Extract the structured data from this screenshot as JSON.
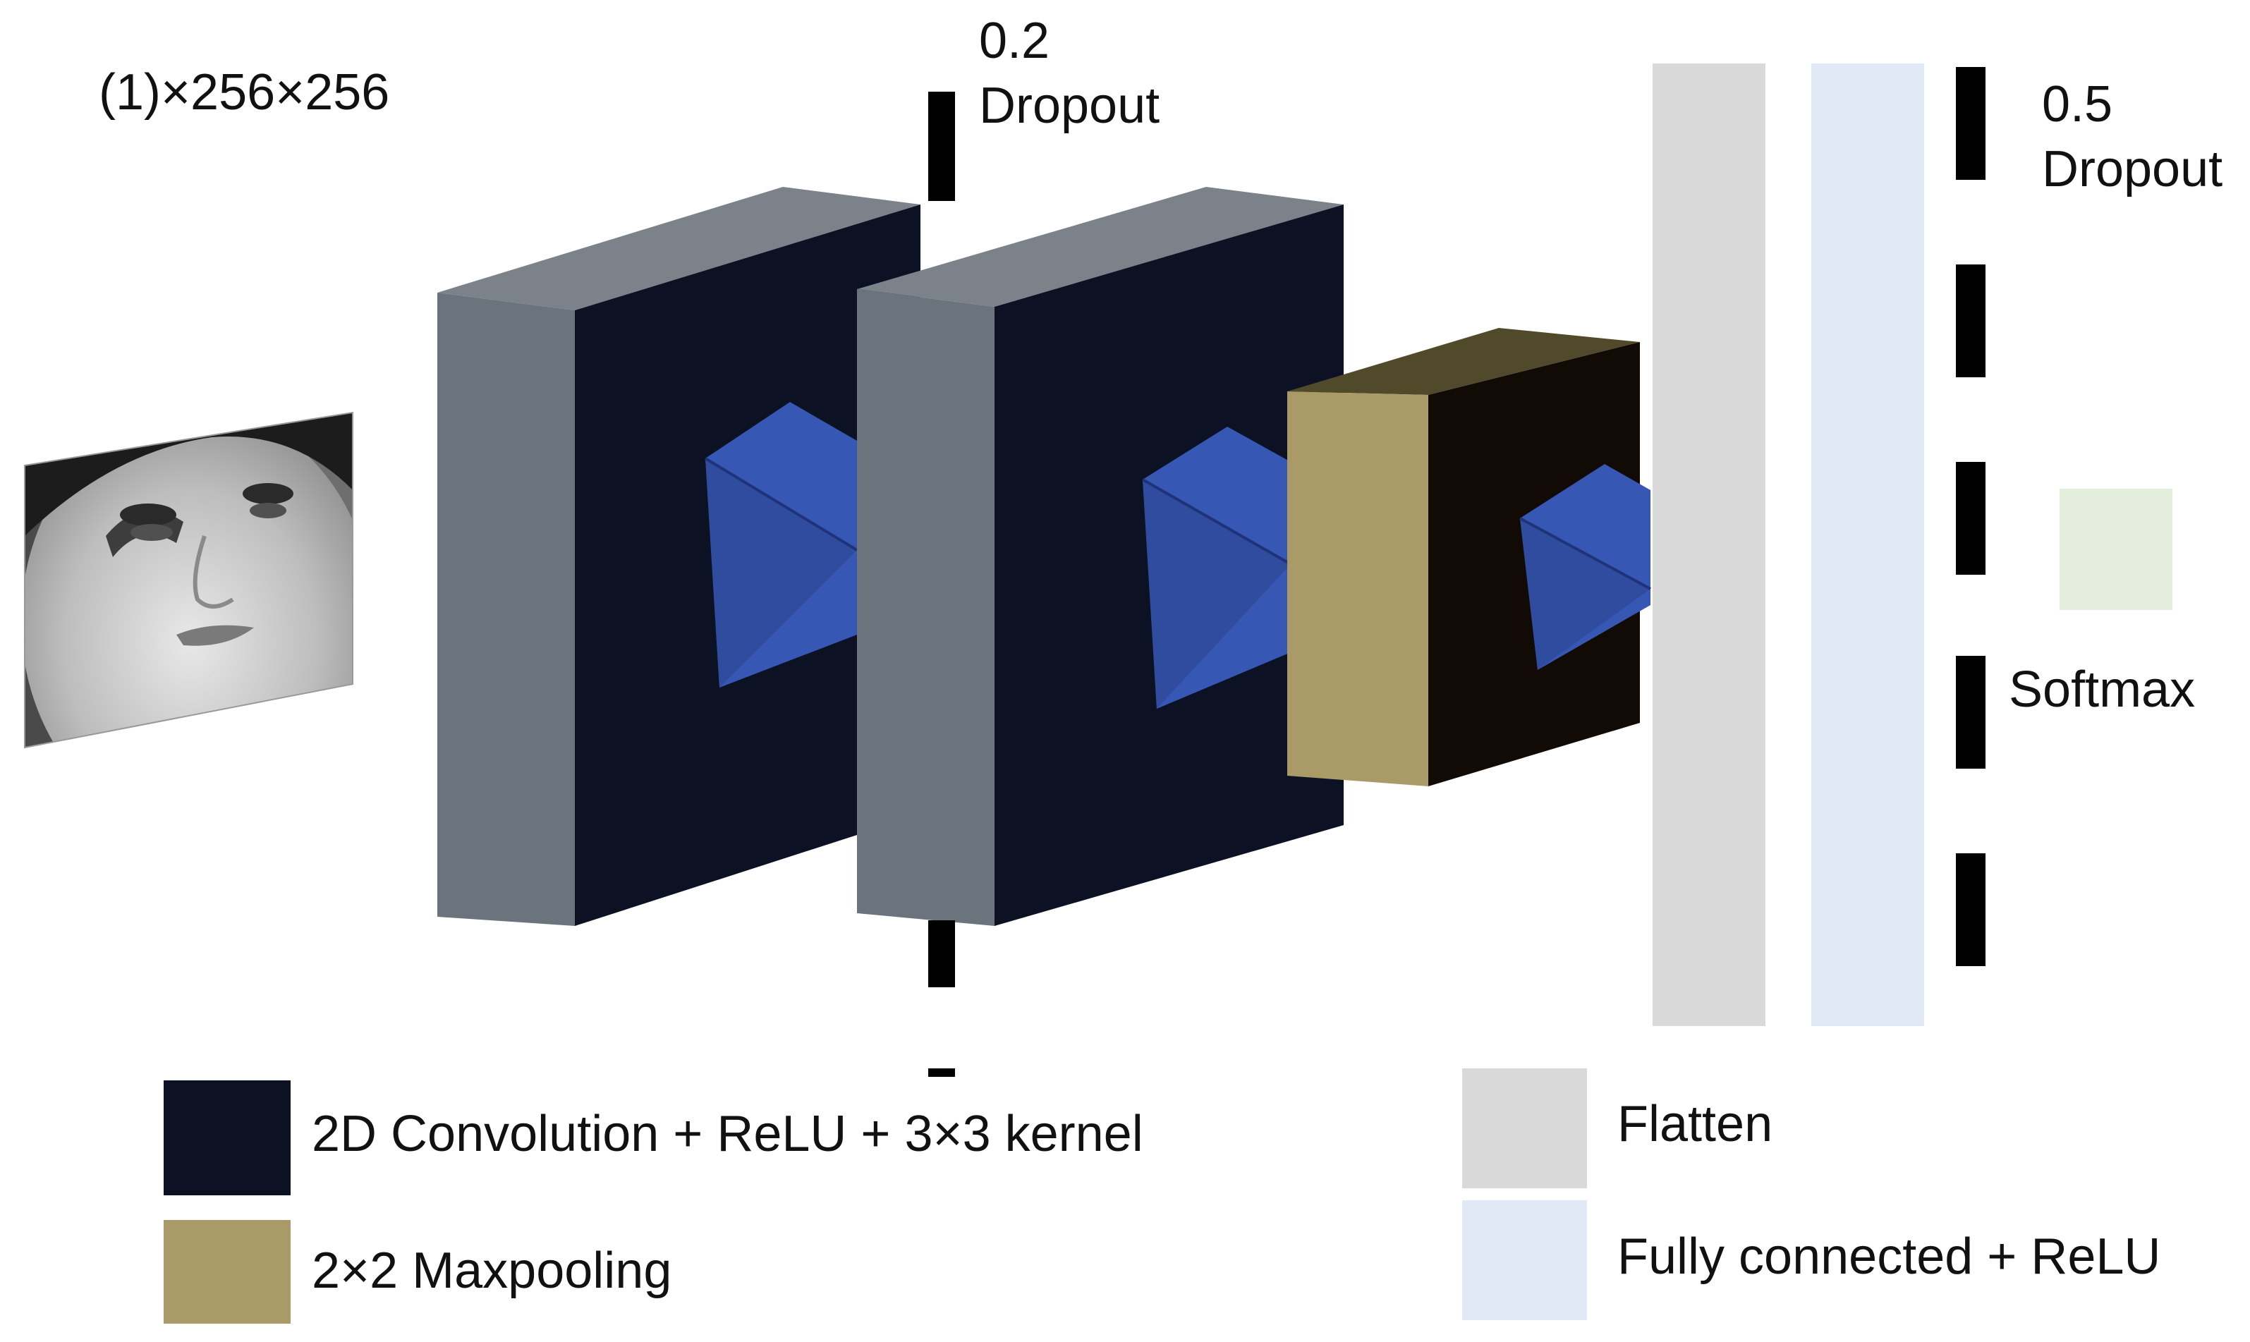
{
  "input": {
    "shape_label": "(1)×256×256",
    "image": "grayscale-face-photo"
  },
  "dropout_1": {
    "rate": "0.2",
    "label": "Dropout"
  },
  "dropout_2": {
    "rate": "0.5",
    "label": "Dropout"
  },
  "output": {
    "label": "Softmax"
  },
  "legend": {
    "conv": "2D Convolution + ReLU + 3×3 kernel",
    "maxpool": "2×2 Maxpooling",
    "flatten": "Flatten",
    "fc": "Fully connected + ReLU"
  },
  "colors": {
    "conv_face": "#0c1224",
    "conv_side": "#6b737c",
    "conv_top": "#7b828a",
    "pool_face": "#a99a67",
    "pool_side": "#120b05",
    "pool_top": "#514a2a",
    "kernel": "#3757b5",
    "flatten": "#d9d9d9",
    "fc": "#e0e9f5",
    "softmax": "#e3eedc",
    "dropout": "#000000"
  }
}
